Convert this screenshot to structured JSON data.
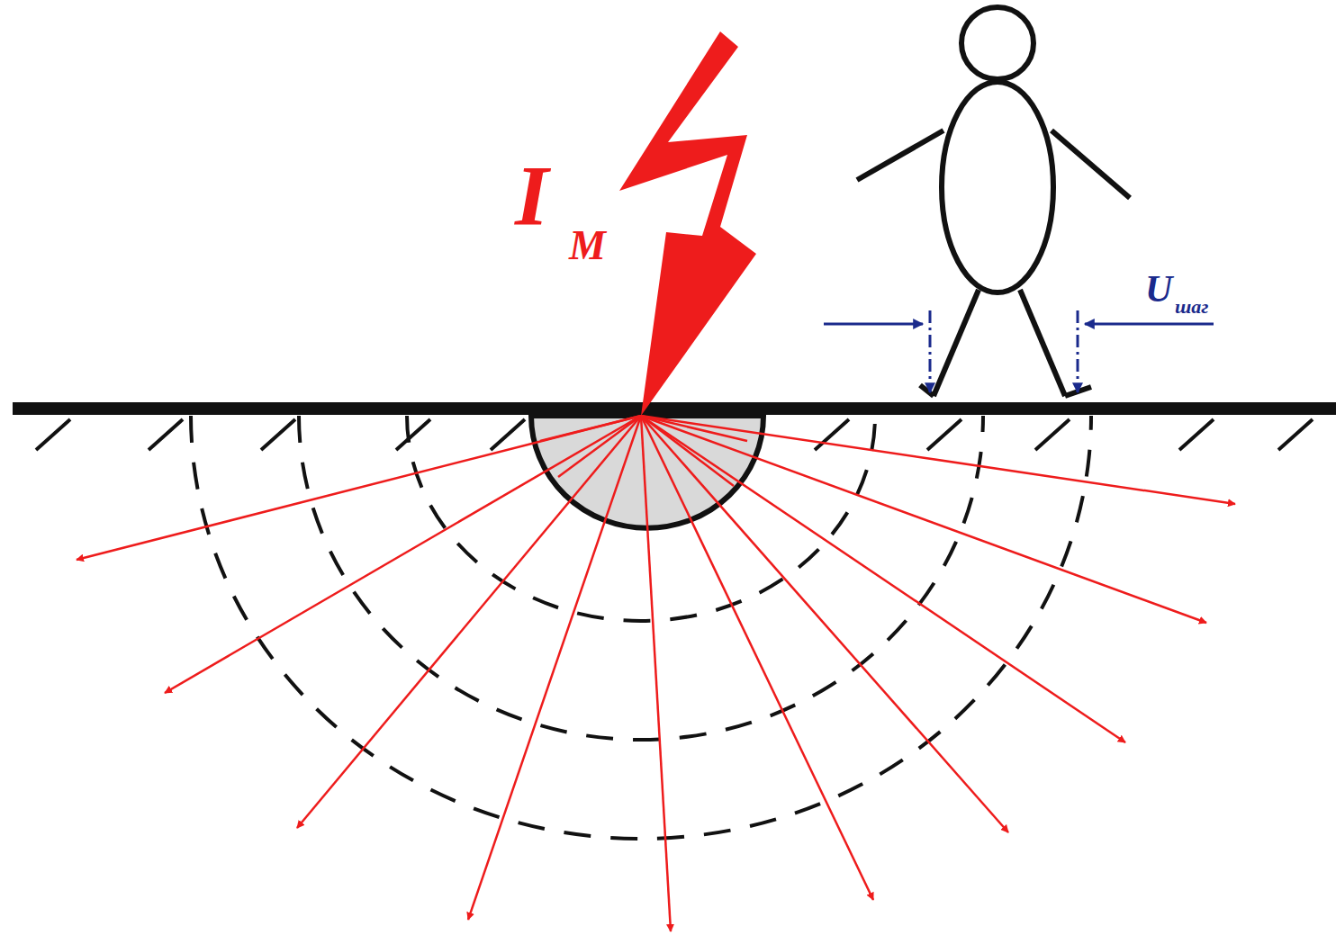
{
  "diagram": {
    "labels": [
      "I",
      "M",
      "U",
      "шаг"
    ]
  }
}
